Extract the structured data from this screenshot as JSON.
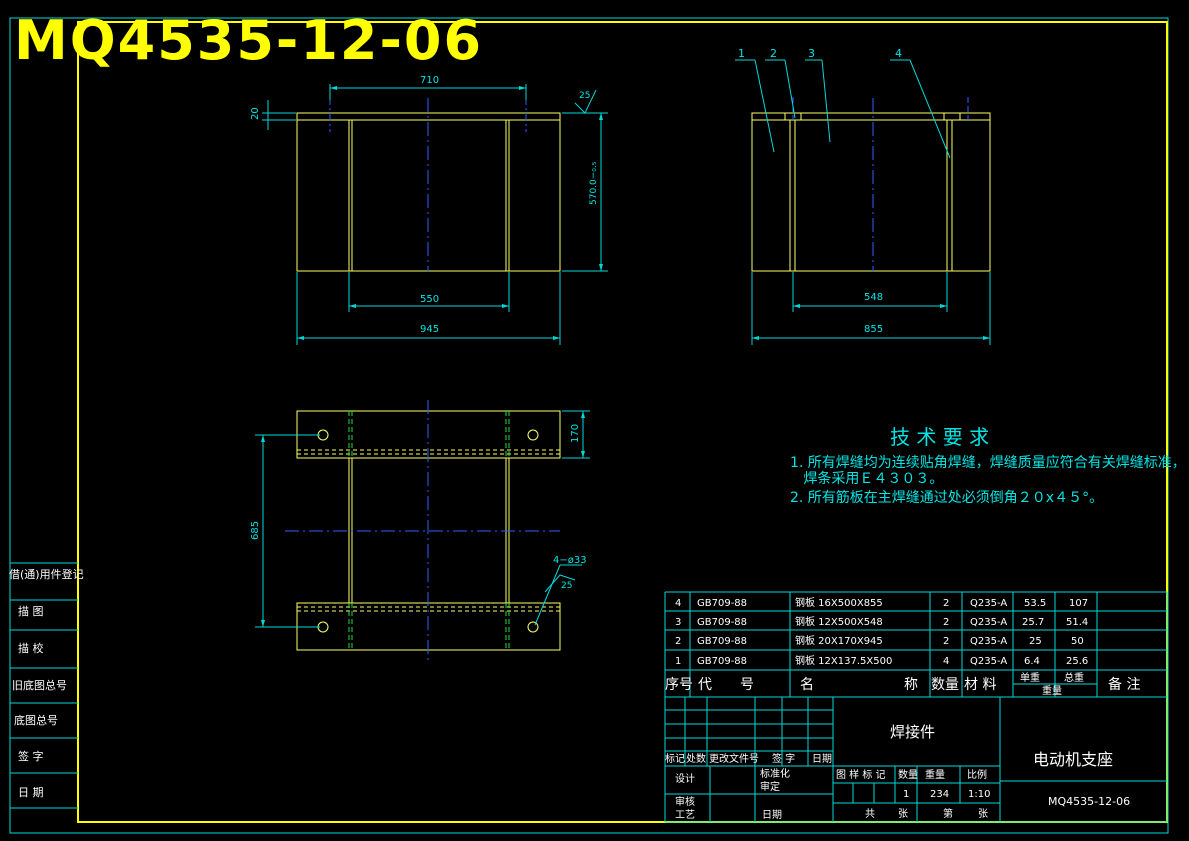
{
  "drawing_number": "MQ4535-12-06",
  "front_view": {
    "dim_top": "710",
    "dim_thickness": "20",
    "dim_height": "570.0−₀.₅",
    "dim_inner": "550",
    "dim_overall": "945",
    "surface_mark": "25"
  },
  "side_view": {
    "callouts": [
      "1",
      "2",
      "3",
      "4"
    ],
    "dim_inner": "548",
    "dim_overall": "855"
  },
  "plan_view": {
    "dim_width": "170",
    "dim_span": "685",
    "hole_note": "4−ø33",
    "hole_mark": "25"
  },
  "tech_requirements": {
    "title": "技 术 要 求",
    "lines": [
      "1. 所有焊缝均为连续贴角焊缝，焊缝质量应符合有关焊缝标准，",
      "   焊条采用Ｅ４３０３。",
      "2. 所有筋板在主焊缝通过处必须倒角２０x４５°。"
    ]
  },
  "bom": {
    "rows": [
      {
        "no": "4",
        "code": "GB709-88",
        "name": "钢板 16X500X855",
        "qty": "2",
        "material": "Q235-A",
        "unit": "53.5",
        "total": "107",
        "note": ""
      },
      {
        "no": "3",
        "code": "GB709-88",
        "name": "钢板 12X500X548",
        "qty": "2",
        "material": "Q235-A",
        "unit": "25.7",
        "total": "51.4",
        "note": ""
      },
      {
        "no": "2",
        "code": "GB709-88",
        "name": "钢板 20X170X945",
        "qty": "2",
        "material": "Q235-A",
        "unit": "25",
        "total": "50",
        "note": ""
      },
      {
        "no": "1",
        "code": "GB709-88",
        "name": "钢板 12X137.5X500",
        "qty": "4",
        "material": "Q235-A",
        "unit": "6.4",
        "total": "25.6",
        "note": ""
      }
    ],
    "header": {
      "no": "序号",
      "code": "代　　号",
      "name": "名",
      "name2": "称",
      "qty": "数量",
      "material": "材 料",
      "unit": "单重",
      "total": "总重",
      "weight": "重量",
      "note": "备 注"
    }
  },
  "title_block": {
    "part_type": "焊接件",
    "part_name": "电动机支座",
    "drawing_no": "MQ4535-12-06",
    "revision_labels": [
      "标记",
      "处数",
      "更改文件号",
      "签 字",
      "日期"
    ],
    "design": "设计",
    "standard": "标准化",
    "check": "审核",
    "approve": "审定",
    "process": "工艺",
    "date": "日期",
    "stage_header": [
      "图 样 标 记",
      "数量",
      "重量",
      "比例"
    ],
    "qty": "1",
    "weight": "234",
    "scale": "1:10",
    "sheets": "共",
    "sheet_label": "张",
    "page": "第",
    "page_label": "张"
  },
  "left_strip": [
    "借(通)用件登记",
    "描 图",
    "描 校",
    "旧底图总号",
    "底图总号",
    "签 字",
    "日 期"
  ]
}
